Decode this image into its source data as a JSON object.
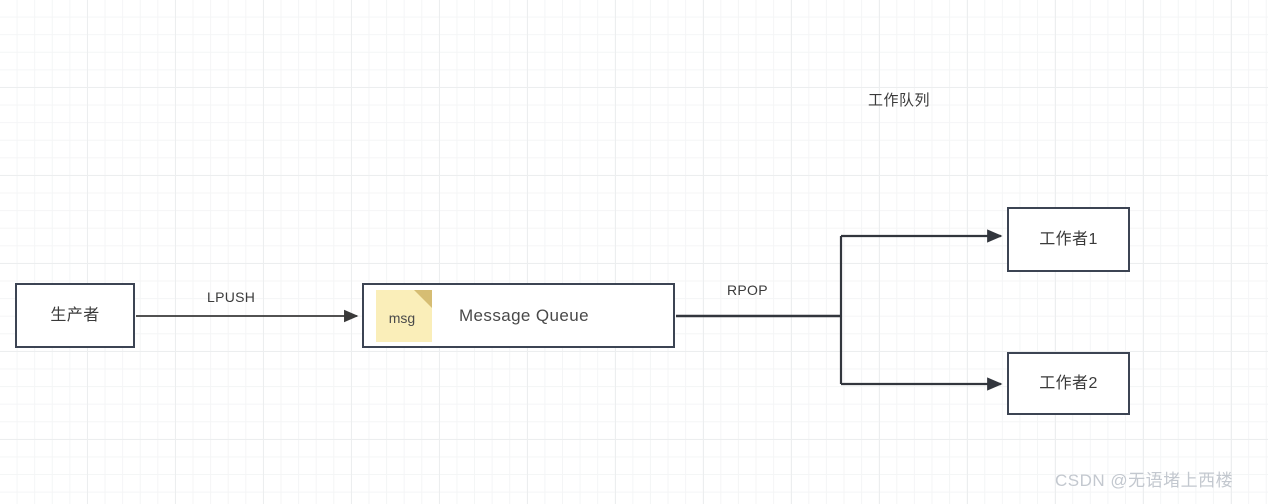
{
  "diagram": {
    "title": "工作队列",
    "watermark": "CSDN @无语堵上西楼",
    "nodes": {
      "producer": {
        "label": "生产者"
      },
      "queue": {
        "label": "Message Queue",
        "note_label": "msg"
      },
      "worker1": {
        "label": "工作者1"
      },
      "worker2": {
        "label": "工作者2"
      }
    },
    "edges": {
      "producer_to_queue": {
        "label": "LPUSH"
      },
      "queue_to_workers": {
        "label": "RPOP"
      }
    },
    "colors": {
      "node_border": "#3c4453",
      "node_fill": "#ffffff",
      "note_fill": "#faeeb9",
      "note_fold": "#d6bd73",
      "edge_stroke": "#3a3a3a",
      "grid_minor": "#f4f5f6",
      "grid_major": "#eceeef",
      "watermark": "#c3c8cf"
    }
  }
}
